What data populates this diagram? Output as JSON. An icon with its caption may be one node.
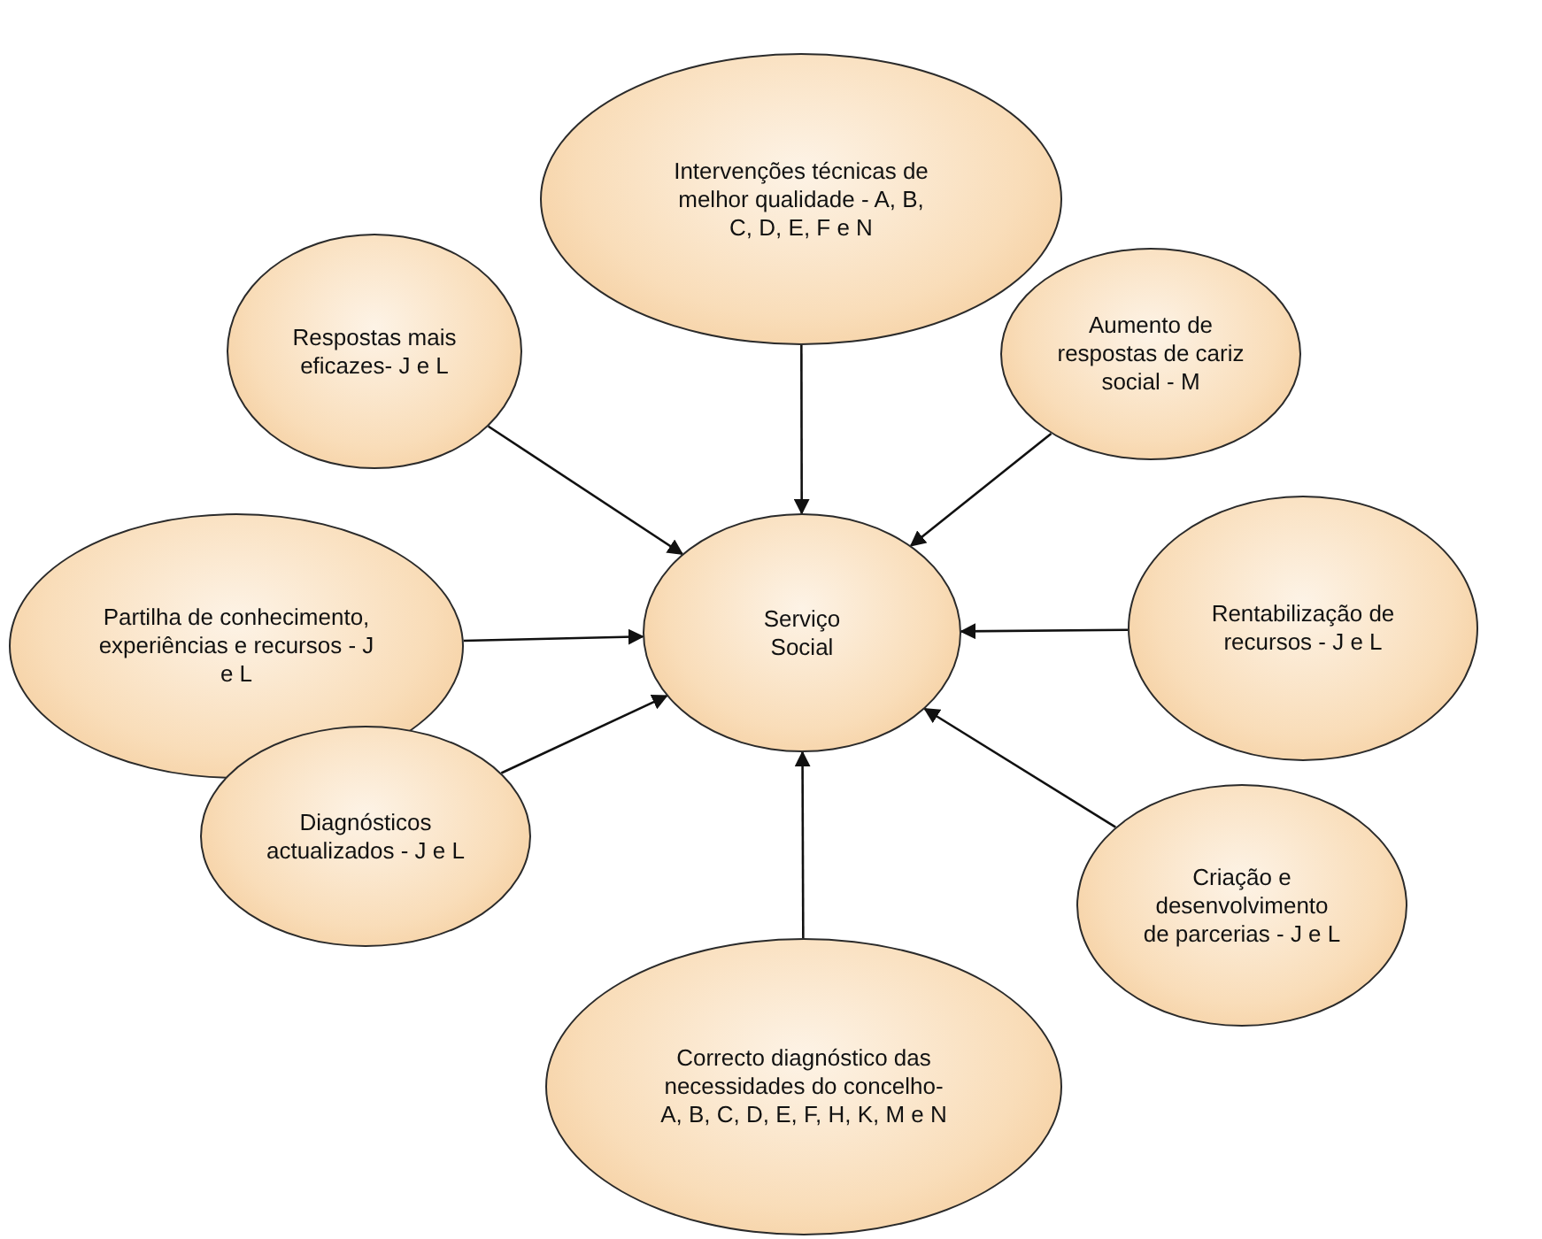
{
  "diagram": {
    "nodes": [
      {
        "text": [
          "Intervenções técnicas de melhor qualidade - A, B, C, D, E, F e N"
        ]
      },
      {
        "text": [
          "Respostas mais eficazes- J e L"
        ]
      },
      {
        "text": [
          "Aumento de respostas de cariz social - M"
        ]
      },
      {
        "text": [
          "Partilha de conhecimento, experiências e recursos - J e L"
        ]
      },
      {
        "text": [
          "Serviço Social"
        ]
      },
      {
        "text": [
          "Rentabilização de recursos - J e L"
        ]
      },
      {
        "text": [
          "Diagnósticos actualizados - J e L"
        ]
      },
      {
        "text": [
          "Criação e desenvolvimento de parcerias - J e L"
        ]
      },
      {
        "text": [
          "Correcto diagnóstico das necessidades do concelho-A, B, C, D, E, F, H, K, M e N"
        ]
      }
    ],
    "edges": [
      {
        "from": 0,
        "to": 4,
        "arrow": "to"
      },
      {
        "from": 1,
        "to": 4,
        "arrow": "to"
      },
      {
        "from": 2,
        "to": 4,
        "arrow": "to"
      },
      {
        "from": 3,
        "to": 4,
        "arrow": "to"
      },
      {
        "from": 5,
        "to": 4,
        "arrow": "to"
      },
      {
        "from": 6,
        "to": 4,
        "arrow": "to"
      },
      {
        "from": 7,
        "to": 4,
        "arrow": "to"
      },
      {
        "from": 8,
        "to": 4,
        "arrow": "to"
      }
    ]
  }
}
